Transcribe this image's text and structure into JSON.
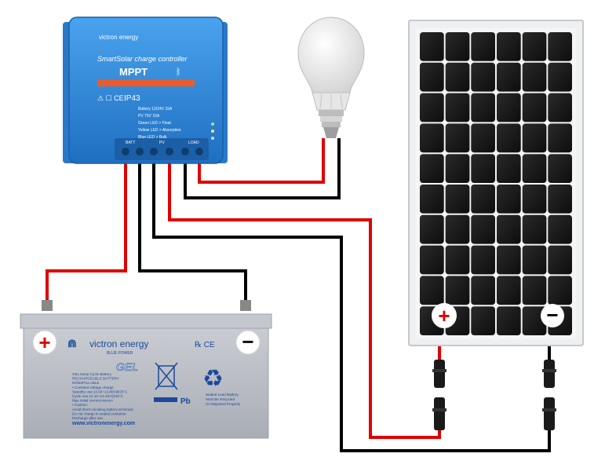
{
  "controller": {
    "brand": "victron energy",
    "product": "SmartSolar charge controller",
    "model": "MPPT",
    "rating": "IP43",
    "spec_lines": [
      "Battery   12/24V 15A",
      "PV   75V 15A",
      "Green LED > Float",
      "Yellow LED > Absorption",
      "Blue LED > Bulk"
    ],
    "terminal_labels": [
      "BATT",
      "PV",
      "LOAD"
    ],
    "colors": {
      "body": "#2f86d8",
      "accent_bar": "#f05a28",
      "text": "#ffffff"
    }
  },
  "battery": {
    "brand": "victron energy",
    "tagline": "BLUE POWER",
    "type": "GEL",
    "pos_symbol": "+",
    "neg_symbol": "−",
    "info_lines": [
      "GEL Deep Cycle Battery",
      "RECHARGEABLE BATTERY",
      "NONSPILLABLE",
      "• Constant voltage charge",
      "Standby use:13.50~13.80V@25°C",
      "Cycle use:14.10~14.40V@25°C",
      "Max initial current:4xxxxA",
      "• Caution:",
      "Avoid short-circuiting battery terminals",
      "Do not charge in sealed container",
      "Recharge after use"
    ],
    "website": "www.victronenergy.com",
    "recycle_text": [
      "Sealed Lead Battery",
      "Must Be Recycled",
      "Or Disposed Properly"
    ],
    "chem": "Pb",
    "colors": {
      "body": "#b9bcc4",
      "text": "#1a4a9c"
    }
  },
  "panel": {
    "rows": 10,
    "cols": 6,
    "pos_symbol": "+",
    "neg_symbol": "−",
    "colors": {
      "cell": "#1b1b1b",
      "frame": "#d8dce0",
      "bg": "#f3f4f6"
    }
  },
  "bulb": {
    "colors": {
      "glass": "#f1f1f1",
      "base": "#c8c8c8"
    }
  },
  "wires": {
    "positive": "#e00000",
    "negative": "#000000"
  }
}
